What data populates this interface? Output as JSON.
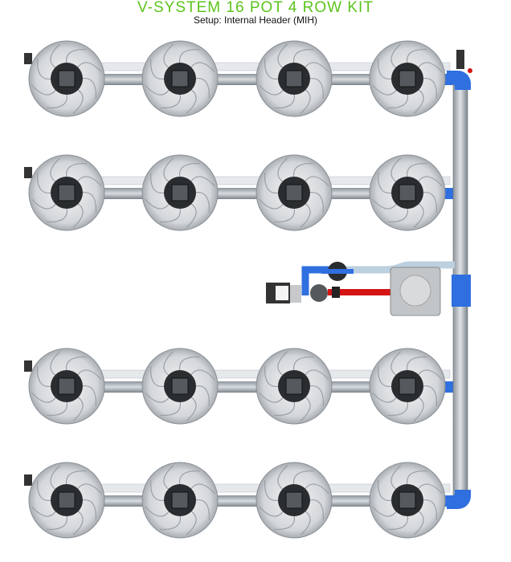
{
  "header": {
    "title": "V-SYSTEM 16 POT 4 ROW KIT",
    "subtitle": "Setup: Internal Header (MIH)"
  },
  "layout_info": {
    "rows": 4,
    "pots_per_row": 4
  },
  "colors": {
    "title_green": "#5cc41c",
    "fitting_blue": "#2f6fe0",
    "return_red": "#d41414",
    "pipe_grey": "#b8c4cf",
    "pot_grey": "#c9ccd0"
  }
}
